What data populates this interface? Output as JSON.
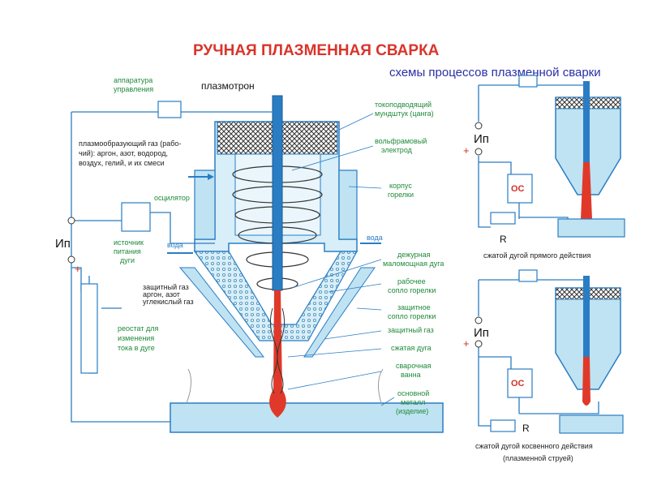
{
  "title": "РУЧНАЯ ПЛАЗМЕННАЯ СВАРКА",
  "subtitle": "схемы процессов плазменной сварки",
  "labels": {
    "plasmatron": "плазмотрон",
    "control_apparatus_1": "аппаратура",
    "control_apparatus_2": "управления",
    "gas_1": "плазмообразующий газ (рабо-",
    "gas_2": "чий): аргон, азот, водород,",
    "gas_3": "воздух, гелий, и их смеси",
    "oscillator": "осцилятор",
    "ip": "Ип",
    "source_1": "источник",
    "source_2": "питания",
    "source_3": "дуги",
    "rheostat_1": "реостат для",
    "rheostat_2": "изменения",
    "rheostat_3": "тока в дуге",
    "current_1": "токоподводящий",
    "current_2": "мундштук (цанга)",
    "tungsten_1": "вольфрамовый",
    "tungsten_2": "электрод",
    "body_1": "корпус",
    "body_2": "горелки",
    "water_in": "вода",
    "water_out": "вода",
    "duty_1": "дежурная",
    "duty_2": "маломощная дуга",
    "working_1": "рабочее",
    "working_2": "сопло горелки",
    "protective_1": "защитное",
    "protective_2": "сопло горелки",
    "shield_gas": "защитный газ",
    "arc": "сжатая дуга",
    "weld_1": "сварочная",
    "weld_2": "ванна",
    "base_1": "основной",
    "base_2": "металл",
    "base_3": "(изделие)",
    "small_1": "защитный газ",
    "small_2": "аргон, азот",
    "small_3": "углекислый газ"
  },
  "schemes": {
    "top": {
      "ip": "Ип",
      "oc": "ОС",
      "r": "R",
      "caption_1": "сжатой дугой прямого действия"
    },
    "bottom": {
      "ip": "Ип",
      "oc": "ОС",
      "r": "R",
      "caption_1": "сжатой дугой косвенного действия",
      "caption_2": "(плазменной струей)"
    }
  },
  "colors": {
    "title": "#d9342b",
    "subtitle": "#2a2fa6",
    "label": "#1e8a3a",
    "metal": "#bfe3f2",
    "electrode": "#2a7dc4",
    "arc": "#e0392a"
  }
}
